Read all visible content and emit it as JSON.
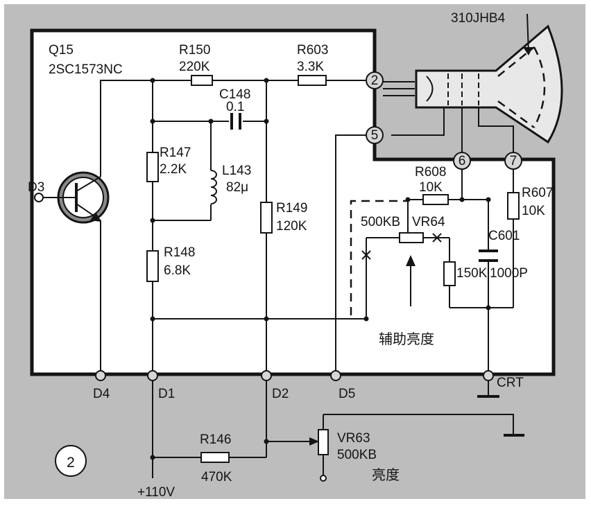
{
  "figure_number": "2",
  "labels": {
    "transistor_ref": "Q15",
    "transistor_part": "2SC1573NC",
    "crt_part": "310JHB4",
    "r150_ref": "R150",
    "r150_val": "220K",
    "r603_ref": "R603",
    "r603_val": "3.3K",
    "c148_ref": "C148",
    "c148_val": "0.1",
    "r147_ref": "R147",
    "r147_val": "2.2K",
    "l143_ref": "L143",
    "l143_val": "82μ",
    "r149_ref": "R149",
    "r149_val": "120K",
    "r148_ref": "R148",
    "r148_val": "6.8K",
    "r608_ref": "R608",
    "r608_val": "10K",
    "r607_ref": "R607",
    "r607_val": "10K",
    "vr64_ref": "VR64",
    "vr64_val": "500KB",
    "c601_ref": "C601",
    "c601_val": "1000P",
    "r_150k_val": "150K",
    "aux_brightness": "辅助亮度",
    "r146_ref": "R146",
    "r146_val": "470K",
    "vr63_ref": "VR63",
    "vr63_val": "500KB",
    "brightness": "亮度",
    "supply": "+110V",
    "crt_gnd": "CRT",
    "terminal_d3": "D3",
    "terminal_d4": "D4",
    "terminal_d1": "D1",
    "terminal_d2": "D2",
    "terminal_d5": "D5",
    "pin_2": "2",
    "pin_5": "5",
    "pin_6": "6",
    "pin_7": "7"
  }
}
